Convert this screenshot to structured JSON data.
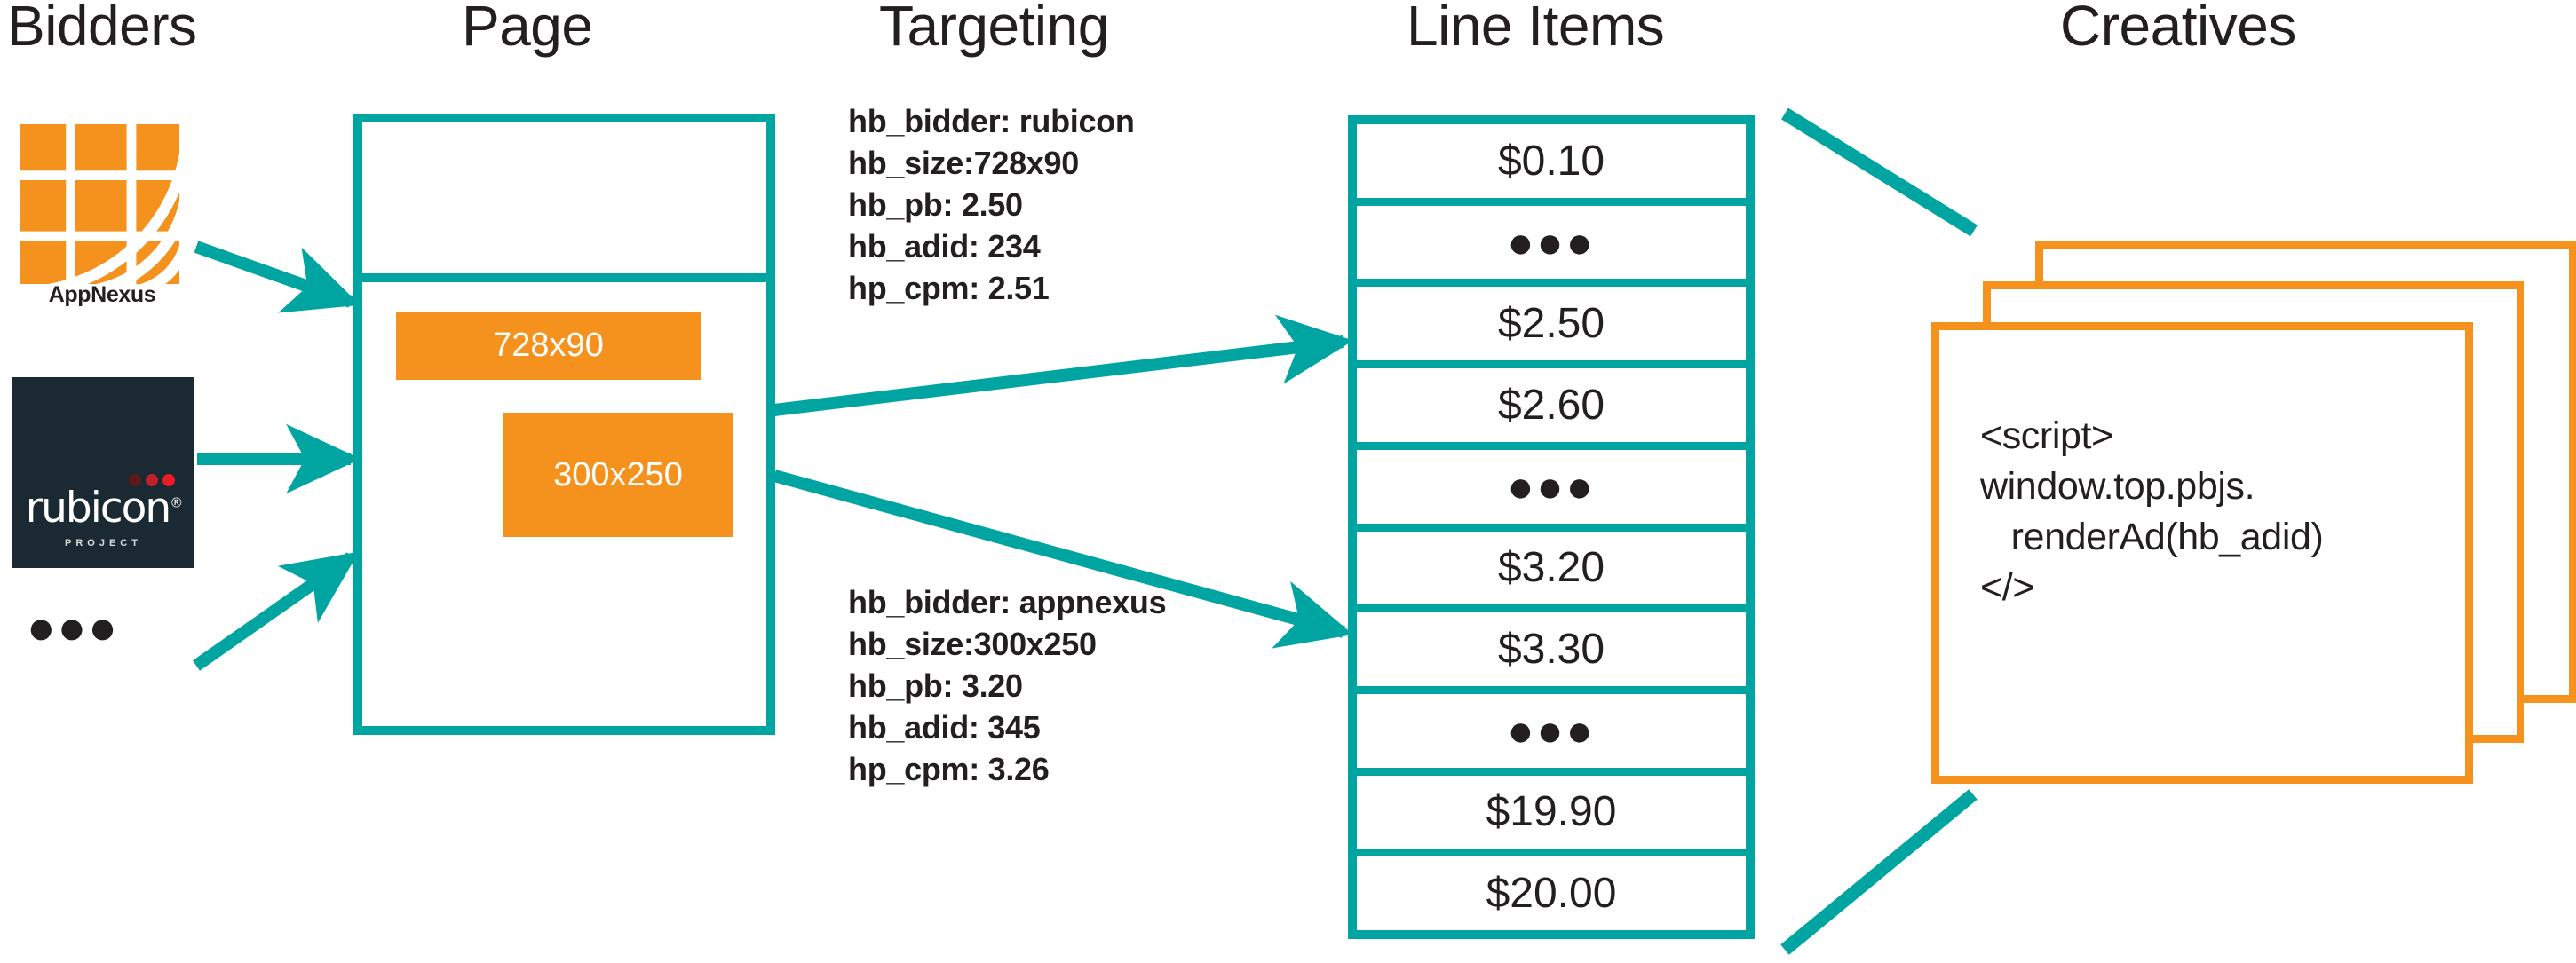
{
  "columns": [
    {
      "key": "bidders",
      "label": "Bidders"
    },
    {
      "key": "page",
      "label": "Page"
    },
    {
      "key": "targeting",
      "label": "Targeting"
    },
    {
      "key": "line_items",
      "label": "Line Items"
    },
    {
      "key": "creatives",
      "label": "Creatives"
    }
  ],
  "bidders": {
    "items": [
      {
        "name": "appnexus",
        "label": "AppNexus"
      },
      {
        "name": "rubicon",
        "label": "rubicon",
        "registered": "®",
        "sublabel": "PROJECT"
      }
    ],
    "more": "●●●"
  },
  "page": {
    "ad_slots": [
      {
        "name": "leaderboard",
        "label": "728x90"
      },
      {
        "name": "mpu",
        "label": "300x250"
      }
    ]
  },
  "targeting": {
    "blocks": [
      {
        "name": "rubicon-targeting",
        "text": "hb_bidder: rubicon\nhb_size:728x90\nhb_pb: 2.50\nhb_adid: 234\nhp_cpm: 2.51",
        "keys": {
          "hb_bidder": "rubicon",
          "hb_size": "728x90",
          "hb_pb": "2.50",
          "hb_adid": "234",
          "hp_cpm": "2.51"
        }
      },
      {
        "name": "appnexus-targeting",
        "text": "hb_bidder: appnexus\nhb_size:300x250\nhb_pb: 3.20\nhb_adid: 345\nhp_cpm: 3.26",
        "keys": {
          "hb_bidder": "appnexus",
          "hb_size": "300x250",
          "hb_pb": "3.20",
          "hb_adid": "345",
          "hp_cpm": "3.26"
        }
      }
    ]
  },
  "line_items": {
    "rows": [
      {
        "label": "$0.10",
        "type": "price"
      },
      {
        "label": "●●●",
        "type": "ellipsis"
      },
      {
        "label": "$2.50",
        "type": "price"
      },
      {
        "label": "$2.60",
        "type": "price"
      },
      {
        "label": "●●●",
        "type": "ellipsis"
      },
      {
        "label": "$3.20",
        "type": "price"
      },
      {
        "label": "$3.30",
        "type": "price"
      },
      {
        "label": "●●●",
        "type": "ellipsis"
      },
      {
        "label": "$19.90",
        "type": "price"
      },
      {
        "label": "$20.00",
        "type": "price"
      }
    ]
  },
  "creatives": {
    "card_count": 3,
    "code": "<script>\nwindow.top.pbjs.\n   renderAd(hb_adid)\n</>"
  },
  "colors": {
    "teal": "#00a5a2",
    "orange": "#f5921e",
    "ink": "#231f20",
    "rubicon_bg": "#1b2a32",
    "white": "#ffffff"
  }
}
